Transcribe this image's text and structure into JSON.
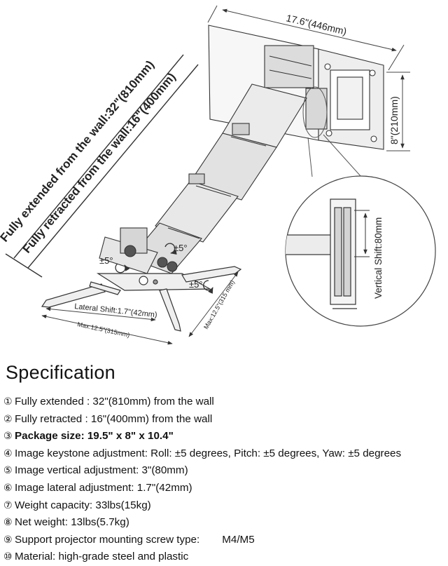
{
  "diagram": {
    "width_label": "17.6\"(446mm)",
    "height_label": "8\"(210mm)",
    "fully_extended_label": "Fully extended from the wall:32\"(810mm)",
    "fully_retracted_label": "Fully retracted from the wall:16\"(400mm)",
    "vertical_shift_label": "Vertical Shift:80mm",
    "tilt_left_label": "±5°",
    "tilt_top_label": "±5°",
    "tilt_right_label": "±5°",
    "lateral_shift_label": "Lateral Shift:1.7\"(42mm)",
    "max_width_label": "Max:12.5\"(315mm)",
    "max_depth_label": "Max:12.5\"(315 mm)"
  },
  "spec": {
    "title": "Specification",
    "items": [
      {
        "num": "①",
        "text": "Fully extended : 32\"(810mm) from the wall",
        "bold": false
      },
      {
        "num": "②",
        "text": "Fully retracted : 16\"(400mm) from the wall",
        "bold": false
      },
      {
        "num": "③",
        "text": "Package size: 19.5\" x 8\" x 10.4\"",
        "bold": true
      },
      {
        "num": "④",
        "text": "Image keystone adjustment: Roll: ±5 degrees, Pitch: ±5 degrees, Yaw: ±5 degrees",
        "bold": false
      },
      {
        "num": "⑤",
        "text": "Image vertical adjustment: 3\"(80mm)",
        "bold": false
      },
      {
        "num": "⑥",
        "text": "Image lateral adjustment: 1.7\"(42mm)",
        "bold": false
      },
      {
        "num": "⑦",
        "text": "Weight capacity: 33lbs(15kg)",
        "bold": false
      },
      {
        "num": "⑧",
        "text": "Net weight: 13lbs(5.7kg)",
        "bold": false
      },
      {
        "num": "⑨",
        "text": "Support projector mounting screw type:",
        "bold": false,
        "value": "M4/M5"
      },
      {
        "num": "⑩",
        "text": "Material: high-grade steel and plastic",
        "bold": false
      }
    ]
  }
}
